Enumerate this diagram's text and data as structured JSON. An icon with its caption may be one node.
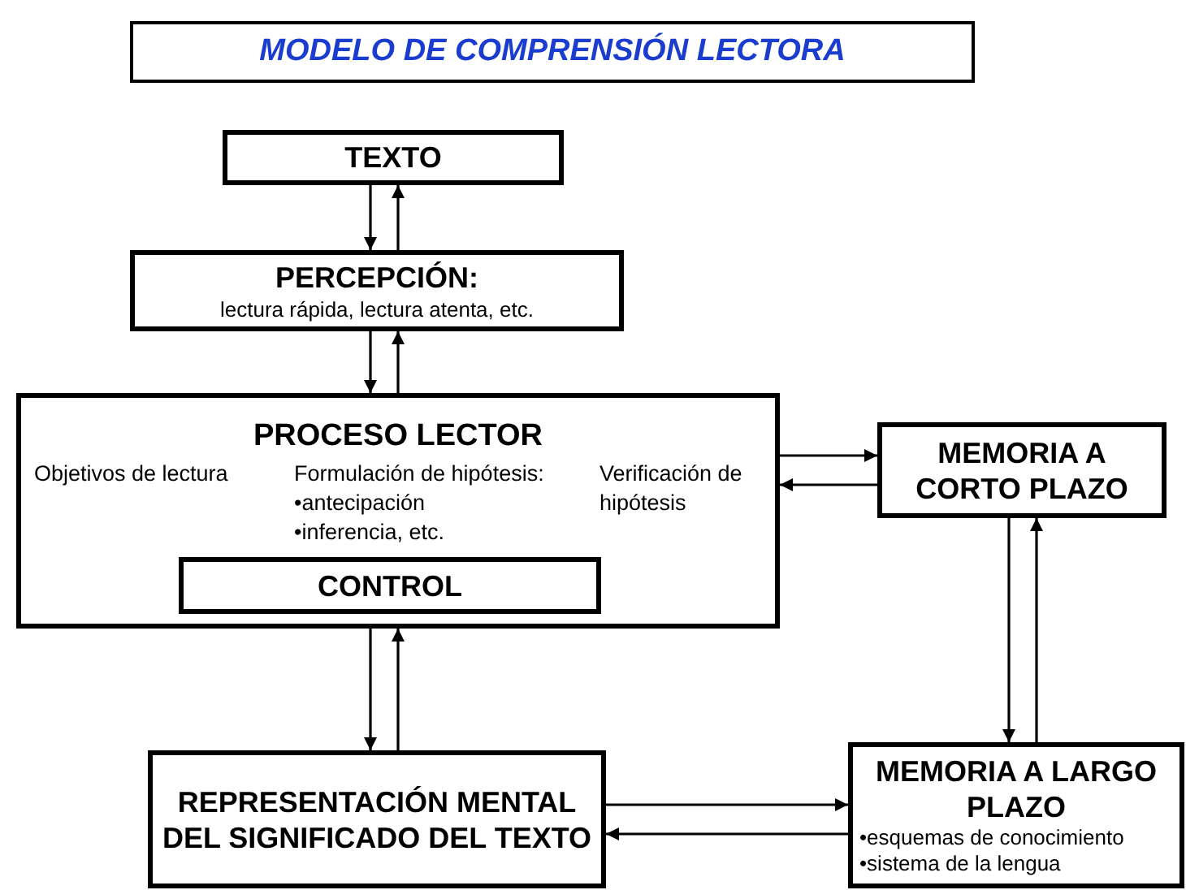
{
  "diagram": {
    "title": "MODELO DE COMPRENSIÓN LECTORA",
    "nodes": [
      {
        "text": [
          "TEXTO"
        ]
      },
      {
        "text": [
          "PERCEPCIÓN:",
          "lectura rápida, lectura atenta, etc."
        ]
      },
      {
        "text": [
          "PROCESO LECTOR",
          "Objetivos de lectura",
          "Formulación de hipótesis: •antecipación •inferencia, etc.",
          "Verificación de hipótesis"
        ]
      },
      {
        "text": [
          "CONTROL"
        ],
        "in": 2
      },
      {
        "text": [
          "MEMORIA A CORTO PLAZO"
        ]
      },
      {
        "text": [
          "REPRESENTACIÓN MENTAL DEL SIGNIFICADO DEL TEXTO"
        ]
      },
      {
        "text": [
          "MEMORIA A LARGO PLAZO",
          "•esquemas de conocimiento",
          "•sistema de la lengua"
        ]
      }
    ],
    "edges": [
      {
        "from": 0,
        "to": 1,
        "arrow": "to"
      },
      {
        "from": 1,
        "to": 0,
        "arrow": "to"
      },
      {
        "from": 1,
        "to": 2,
        "arrow": "to"
      },
      {
        "from": 2,
        "to": 1,
        "arrow": "to"
      },
      {
        "from": 2,
        "to": 4,
        "arrow": "to"
      },
      {
        "from": 4,
        "to": 2,
        "arrow": "to"
      },
      {
        "from": 4,
        "to": 6,
        "arrow": "to"
      },
      {
        "from": 6,
        "to": 4,
        "arrow": "to"
      },
      {
        "from": 2,
        "to": 5,
        "arrow": "to"
      },
      {
        "from": 5,
        "to": 2,
        "arrow": "to"
      },
      {
        "from": 5,
        "to": 6,
        "arrow": "to"
      },
      {
        "from": 6,
        "to": 5,
        "arrow": "to"
      }
    ]
  }
}
